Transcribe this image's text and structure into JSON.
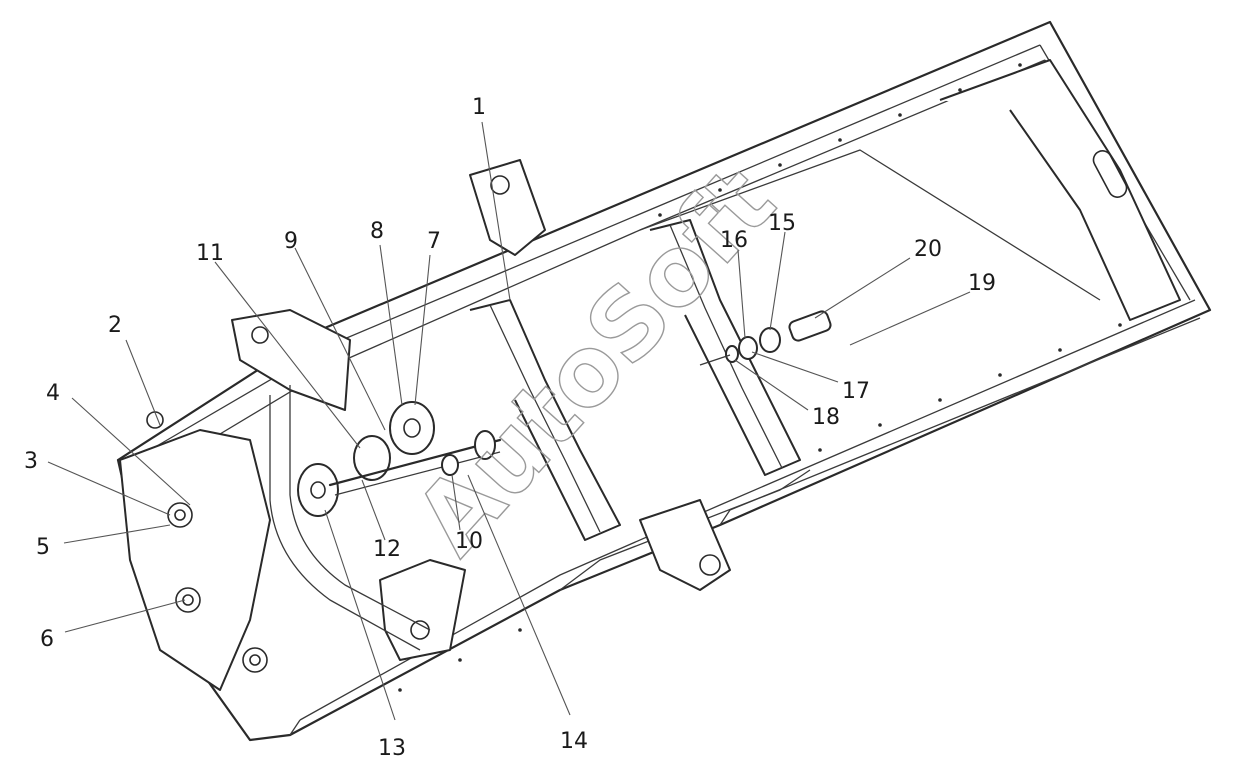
{
  "watermark": "AutoSoft",
  "callouts": [
    {
      "id": "1",
      "text": "1"
    },
    {
      "id": "2",
      "text": "2"
    },
    {
      "id": "3",
      "text": "3"
    },
    {
      "id": "4",
      "text": "4"
    },
    {
      "id": "5",
      "text": "5"
    },
    {
      "id": "6",
      "text": "6"
    },
    {
      "id": "7",
      "text": "7"
    },
    {
      "id": "8",
      "text": "8"
    },
    {
      "id": "9",
      "text": "9"
    },
    {
      "id": "10",
      "text": "10"
    },
    {
      "id": "11",
      "text": "11"
    },
    {
      "id": "12",
      "text": "12"
    },
    {
      "id": "13",
      "text": "13"
    },
    {
      "id": "14",
      "text": "14"
    },
    {
      "id": "15",
      "text": "15"
    },
    {
      "id": "16",
      "text": "16"
    },
    {
      "id": "17",
      "text": "17"
    },
    {
      "id": "18",
      "text": "18"
    },
    {
      "id": "19",
      "text": "19"
    },
    {
      "id": "20",
      "text": "20"
    }
  ]
}
